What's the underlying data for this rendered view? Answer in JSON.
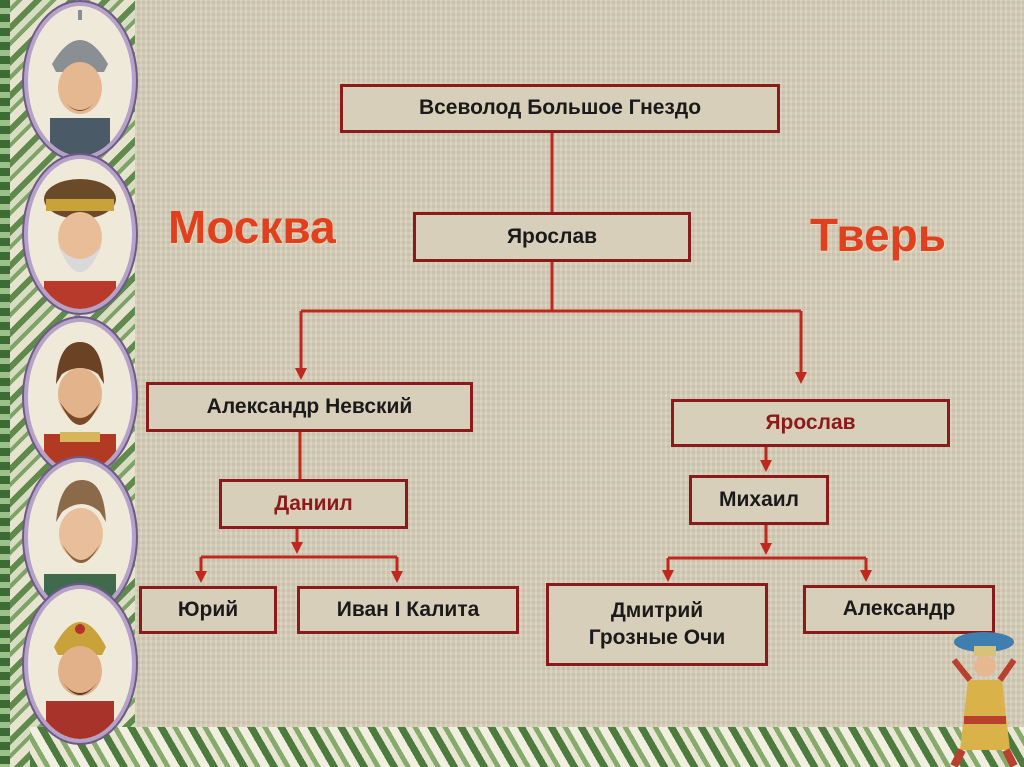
{
  "tree": {
    "root": "Всеволод Большое Гнездо",
    "yaroslav": "Ярослав",
    "alexander_nevsky": "Александр Невский",
    "yaroslav_tver": "Ярослав",
    "daniil": "Даниил",
    "mikhail": "Михаил",
    "yuri": "Юрий",
    "ivan": "Иван I Калита",
    "dmitry": "Дмитрий\nГрозные Очи",
    "alexander": "Александр"
  },
  "cities": {
    "moscow": "Москва",
    "tver": "Тверь"
  },
  "colors": {
    "box_border": "#8b1a1a",
    "city_text": "#e1401e",
    "red_name": "#8b1a1a"
  },
  "icons": [
    "prince-portrait-icon",
    "traveller-figure-icon"
  ]
}
